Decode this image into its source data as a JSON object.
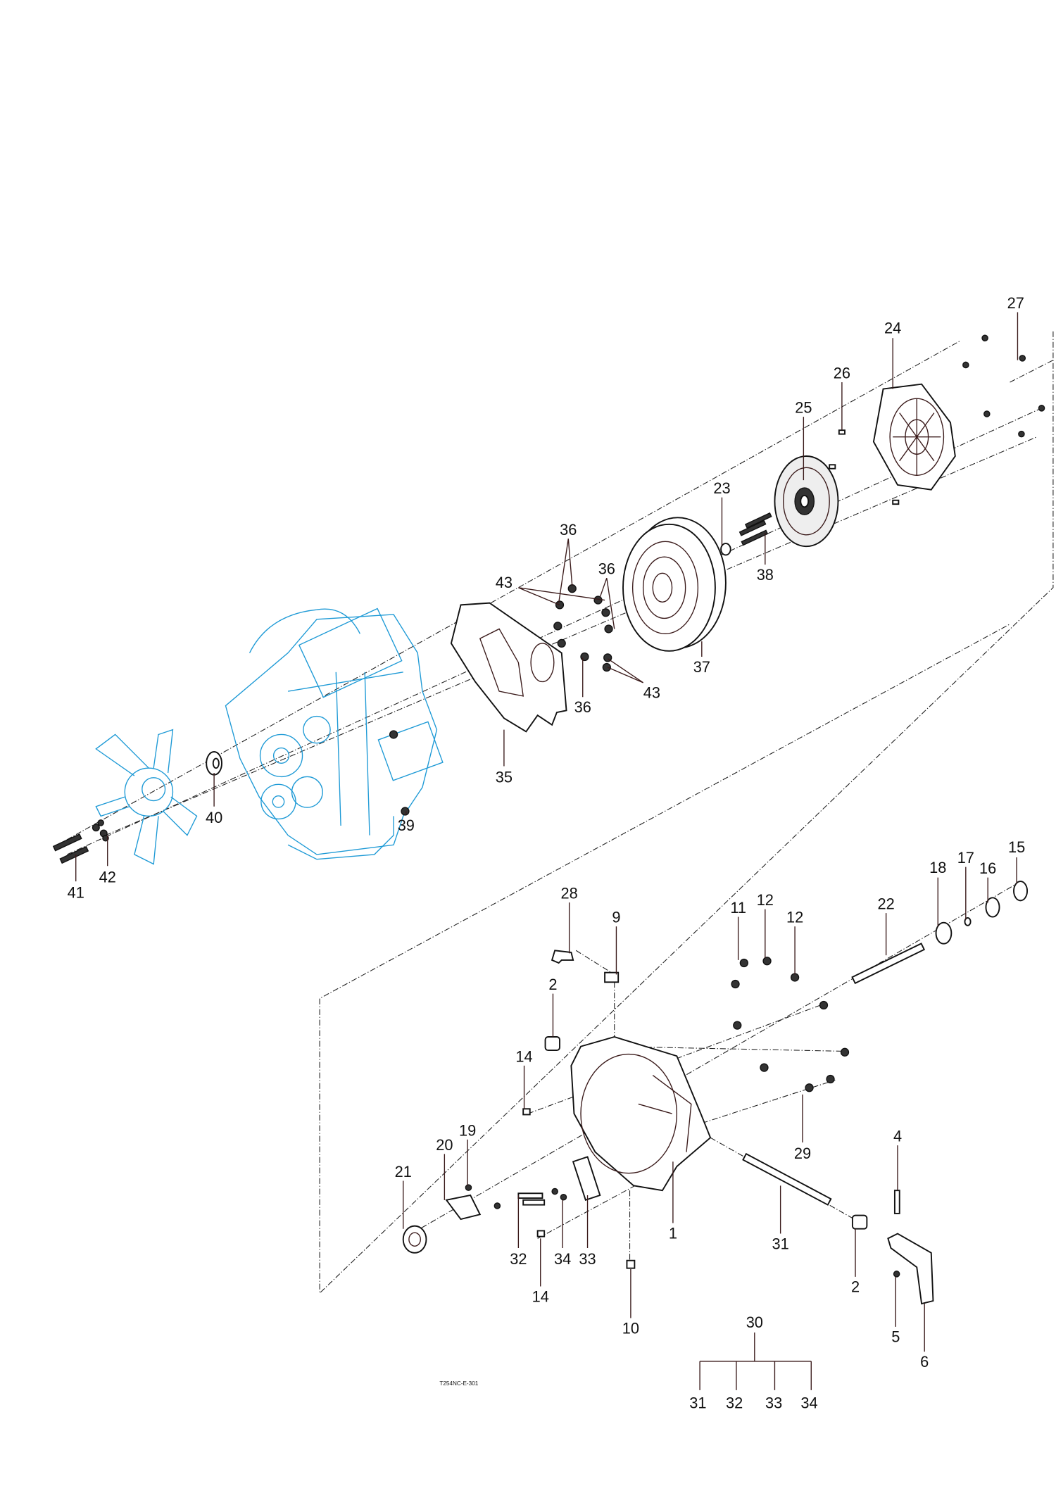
{
  "diagram": {
    "type": "exploded-parts-diagram",
    "caption": "T254NC-E-301",
    "engine_color": "#1e9ad6",
    "line_color": "#3a1a1a"
  },
  "labels": [
    "27",
    "24",
    "26",
    "25",
    "23",
    "36",
    "36",
    "43",
    "38",
    "37",
    "43",
    "36",
    "35",
    "40",
    "39",
    "41",
    "42",
    "15",
    "17",
    "16",
    "18",
    "28",
    "9",
    "11",
    "12",
    "12",
    "22",
    "2",
    "14",
    "19",
    "20",
    "21",
    "29",
    "4",
    "1",
    "31",
    "32",
    "34",
    "33",
    "14",
    "2",
    "5",
    "10",
    "6",
    "30",
    "31",
    "32",
    "33",
    "34"
  ]
}
